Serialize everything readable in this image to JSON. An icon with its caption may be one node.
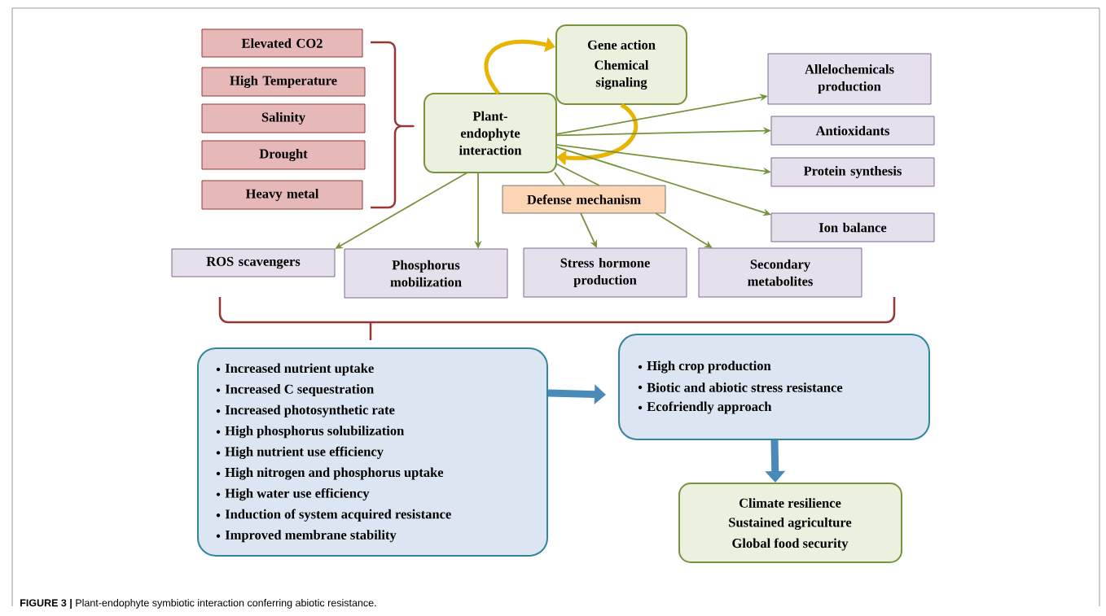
{
  "diagram": {
    "caption": "**FIGURE 3 |** Plant-endophyte symbiotic interaction conferring abiotic resistance.",
    "nodes": [
      {
        "text": [
          "Elevated CO2"
        ]
      },
      {
        "text": [
          "High Temperature"
        ]
      },
      {
        "text": [
          "Salinity"
        ]
      },
      {
        "text": [
          "Drought"
        ]
      },
      {
        "text": [
          "Heavy metal"
        ]
      },
      {
        "text": [
          "Plant-endophyte interaction"
        ]
      },
      {
        "text": [
          "Gene action",
          "Chemical signaling"
        ]
      },
      {
        "text": [
          "Allelochemicals production"
        ]
      },
      {
        "text": [
          "Antioxidants"
        ]
      },
      {
        "text": [
          "Protein synthesis"
        ]
      },
      {
        "text": [
          "Ion balance"
        ]
      },
      {
        "text": [
          "Defense mechanism"
        ]
      },
      {
        "text": [
          "ROS scavengers"
        ]
      },
      {
        "text": [
          "Phosphorus mobilization"
        ]
      },
      {
        "text": [
          "Stress hormone production"
        ]
      },
      {
        "text": [
          "Secondary metabolites"
        ]
      },
      {
        "text": [
          "Increased nutrient uptake",
          "Increased C sequestration",
          "Increased photosynthetic rate",
          "High phosphorus solubilization",
          "High nutrient use efficiency",
          "High nitrogen and phosphorus uptake",
          "High water use efficiency",
          "Induction of system acquired resistance",
          "Improved membrane stability"
        ]
      },
      {
        "text": [
          "High crop production",
          "Biotic and abiotic stress resistance",
          "Ecofriendly approach"
        ]
      },
      {
        "text": [
          "Climate resilience",
          "Sustained agriculture",
          "Global food security"
        ]
      }
    ],
    "edges": [
      {
        "from": 5,
        "to": 6,
        "arrow": "to",
        "style": "thick",
        "color": "#e8b400"
      },
      {
        "from": 6,
        "to": 5,
        "arrow": "to",
        "style": "thick",
        "color": "#e8b400"
      },
      {
        "from": 5,
        "to": 7,
        "arrow": "to"
      },
      {
        "from": 5,
        "to": 8,
        "arrow": "to"
      },
      {
        "from": 5,
        "to": 9,
        "arrow": "to"
      },
      {
        "from": 5,
        "to": 10,
        "arrow": "to"
      },
      {
        "from": 5,
        "to": 12,
        "arrow": "to"
      },
      {
        "from": 5,
        "to": 13,
        "arrow": "to"
      },
      {
        "from": 5,
        "to": 11,
        "arrow": "none"
      },
      {
        "from": 5,
        "to": 11,
        "arrow": "none"
      },
      {
        "from": 11,
        "to": 14,
        "arrow": "to"
      },
      {
        "from": 11,
        "to": 15,
        "arrow": "to"
      },
      {
        "from": 16,
        "to": 17,
        "arrow": "to",
        "style": "thick",
        "color": "#4a8ab8"
      },
      {
        "from": 17,
        "to": 18,
        "arrow": "to",
        "style": "thick",
        "color": "#4a8ab8"
      }
    ]
  }
}
